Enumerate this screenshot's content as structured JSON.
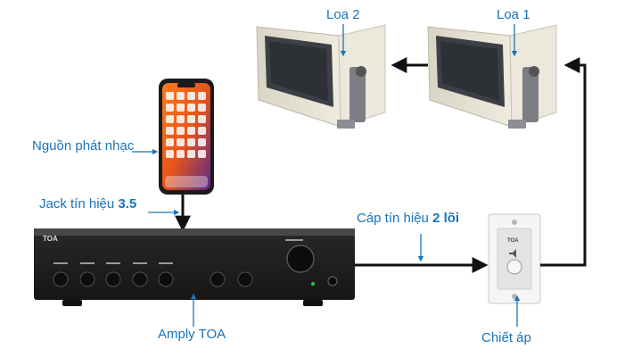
{
  "labels": {
    "speaker2": "Loa 2",
    "speaker1": "Loa 1",
    "music_source": "Nguồn phát nhạc",
    "jack_prefix": "Jack tín hiệu ",
    "jack_value": "3.5",
    "cable_prefix": "Cáp tín hiệu ",
    "cable_value": "2 lõi",
    "amplifier": "Amply TOA",
    "attenuator": "Chiết áp"
  },
  "amp_brand": "TOA",
  "attenuator_brand": "TOA",
  "colors": {
    "label_blue": "#1a73b8",
    "wire": "#111111",
    "amp_body": "#1f1f1f",
    "speaker_body": "#e6e1d3",
    "panel": "#f2f2f2"
  }
}
